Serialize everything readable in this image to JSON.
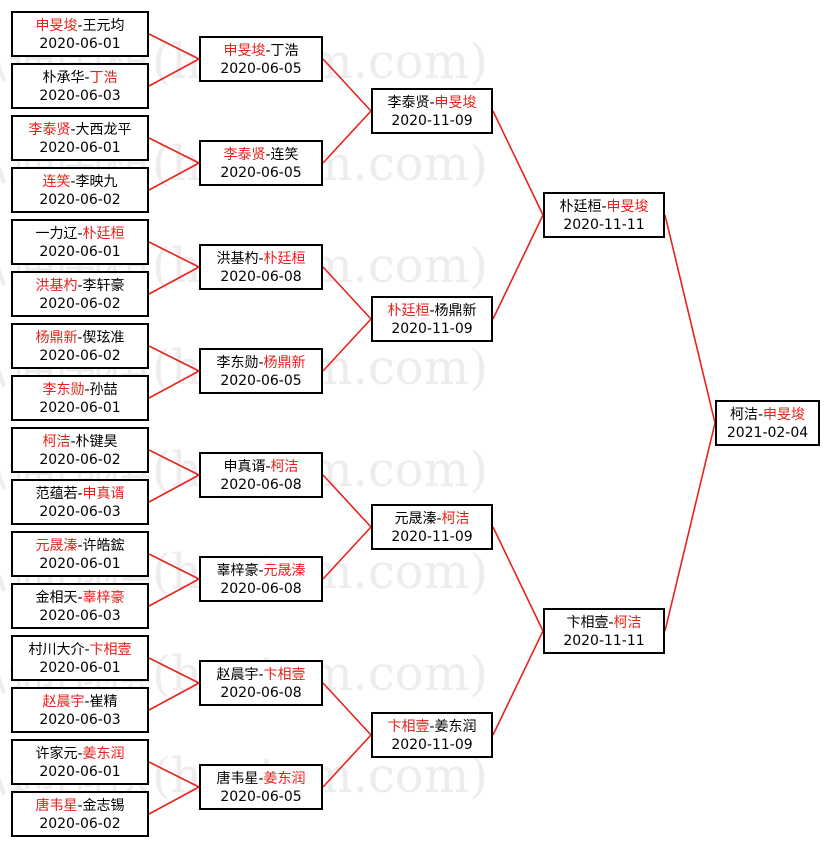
{
  "watermark": "弘通围棋(hoetom.com)",
  "colors": {
    "winner": "#e8221c",
    "line": "#e8221c",
    "border": "#000000"
  },
  "bracket": {
    "round1": [
      {
        "p1": "申旻埈",
        "p2": "王元均",
        "winner": 1,
        "date": "2020-06-01"
      },
      {
        "p1": "朴承华",
        "p2": "丁浩",
        "winner": 2,
        "date": "2020-06-03"
      },
      {
        "p1": "李泰贤",
        "p2": "大西龙平",
        "winner": 1,
        "date": "2020-06-01"
      },
      {
        "p1": "连笑",
        "p2": "李映九",
        "winner": 1,
        "date": "2020-06-02"
      },
      {
        "p1": "一力辽",
        "p2": "朴廷桓",
        "winner": 2,
        "date": "2020-06-01"
      },
      {
        "p1": "洪基杓",
        "p2": "李轩豪",
        "winner": 1,
        "date": "2020-06-02"
      },
      {
        "p1": "杨鼎新",
        "p2": "偰玹准",
        "winner": 1,
        "date": "2020-06-02"
      },
      {
        "p1": "李东勋",
        "p2": "孙喆",
        "winner": 1,
        "date": "2020-06-01"
      },
      {
        "p1": "柯洁",
        "p2": "朴键昊",
        "winner": 1,
        "date": "2020-06-02"
      },
      {
        "p1": "范蕴若",
        "p2": "申真谞",
        "winner": 2,
        "date": "2020-06-03"
      },
      {
        "p1": "元晟溱",
        "p2": "许皓鋐",
        "winner": 1,
        "date": "2020-06-01"
      },
      {
        "p1": "金相天",
        "p2": "辜梓豪",
        "winner": 2,
        "date": "2020-06-03"
      },
      {
        "p1": "村川大介",
        "p2": "卞相壹",
        "winner": 2,
        "date": "2020-06-01"
      },
      {
        "p1": "赵晨宇",
        "p2": "崔精",
        "winner": 1,
        "date": "2020-06-03"
      },
      {
        "p1": "许家元",
        "p2": "姜东润",
        "winner": 2,
        "date": "2020-06-01"
      },
      {
        "p1": "唐韦星",
        "p2": "金志锡",
        "winner": 1,
        "date": "2020-06-02"
      }
    ],
    "round2": [
      {
        "p1": "申旻埈",
        "p2": "丁浩",
        "winner": 1,
        "date": "2020-06-05"
      },
      {
        "p1": "李泰贤",
        "p2": "连笑",
        "winner": 1,
        "date": "2020-06-05"
      },
      {
        "p1": "洪基杓",
        "p2": "朴廷桓",
        "winner": 2,
        "date": "2020-06-08"
      },
      {
        "p1": "李东勋",
        "p2": "杨鼎新",
        "winner": 2,
        "date": "2020-06-05"
      },
      {
        "p1": "申真谞",
        "p2": "柯洁",
        "winner": 2,
        "date": "2020-06-08"
      },
      {
        "p1": "辜梓豪",
        "p2": "元晟溱",
        "winner": 2,
        "date": "2020-06-08"
      },
      {
        "p1": "赵晨宇",
        "p2": "卞相壹",
        "winner": 2,
        "date": "2020-06-08"
      },
      {
        "p1": "唐韦星",
        "p2": "姜东润",
        "winner": 2,
        "date": "2020-06-05"
      }
    ],
    "round3": [
      {
        "p1": "李泰贤",
        "p2": "申旻埈",
        "winner": 2,
        "date": "2020-11-09"
      },
      {
        "p1": "朴廷桓",
        "p2": "杨鼎新",
        "winner": 1,
        "date": "2020-11-09"
      },
      {
        "p1": "元晟溱",
        "p2": "柯洁",
        "winner": 2,
        "date": "2020-11-09"
      },
      {
        "p1": "卞相壹",
        "p2": "姜东润",
        "winner": 1,
        "date": "2020-11-09"
      }
    ],
    "round4": [
      {
        "p1": "朴廷桓",
        "p2": "申旻埈",
        "winner": 2,
        "date": "2020-11-11"
      },
      {
        "p1": "卞相壹",
        "p2": "柯洁",
        "winner": 2,
        "date": "2020-11-11"
      }
    ],
    "round5": [
      {
        "p1": "柯洁",
        "p2": "申旻埈",
        "winner": 2,
        "date": "2021-02-04"
      }
    ]
  }
}
